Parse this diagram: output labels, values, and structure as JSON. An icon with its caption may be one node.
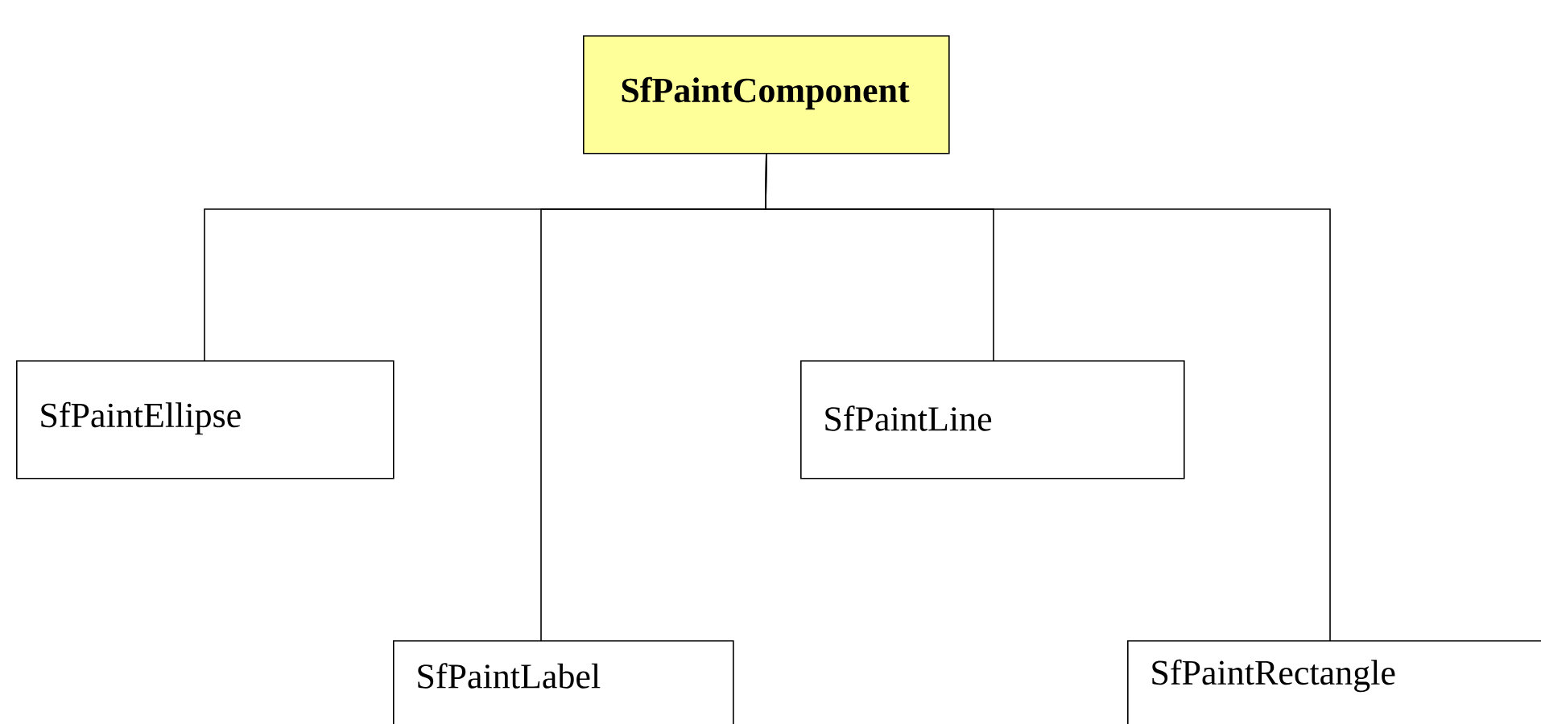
{
  "diagram": {
    "nodes": [
      {
        "text": [
          "SfPaintComponent"
        ]
      },
      {
        "text": [
          "SfPaintEllipse"
        ]
      },
      {
        "text": [
          "SfPaintLabel"
        ]
      },
      {
        "text": [
          "SfPaintLine"
        ]
      },
      {
        "text": [
          "SfPaintRectangle"
        ]
      }
    ],
    "edges": [
      {
        "from": 0,
        "to": 1,
        "arrow": "none"
      },
      {
        "from": 0,
        "to": 2,
        "arrow": "none"
      },
      {
        "from": 0,
        "to": 3,
        "arrow": "none"
      },
      {
        "from": 0,
        "to": 4,
        "arrow": "none"
      }
    ]
  }
}
